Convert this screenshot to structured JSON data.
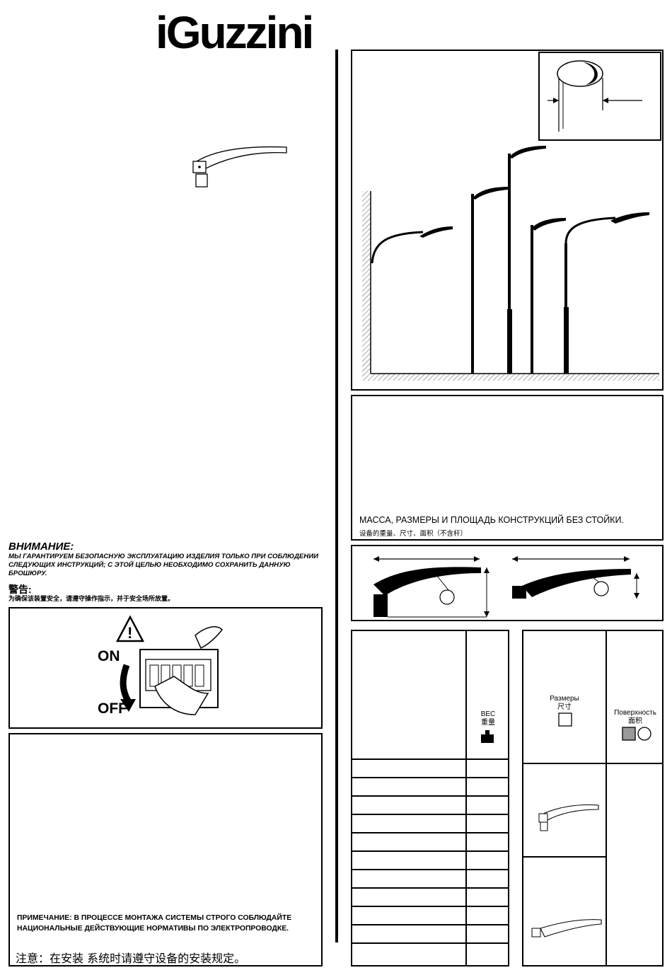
{
  "brand": {
    "logo_text": "iGuzzini"
  },
  "warning": {
    "title": "ВНИМАНИЕ:",
    "text": "МЫ ГАРАНТИРУЕМ БЕЗОПАСНУЮ ЭКСПЛУАТАЦИЮ ИЗДЕЛИЯ ТОЛЬКО ПРИ СОБЛЮДЕНИИ СЛЕДУЮЩИХ ИНСТРУКЦИЙ; С ЭТОЙ ЦЕЛЬЮ НЕОБХОДИМО СОХРАНИТЬ ДАННУЮ БРОШЮРУ.",
    "cn_title": "警告:",
    "cn_text": "为确保该装置安全，请遵守操作指示，并于安全场所放置。"
  },
  "switch_panel": {
    "on_label": "ON",
    "off_label": "OFF"
  },
  "note": {
    "ru": "ПРИМЕЧАНИЕ: В ПРОЦЕССЕ МОНТАЖА СИСТЕМЫ СТРОГО СОБЛЮДАЙТЕ НАЦИОНАЛЬНЫЕ ДЕЙСТВУЮЩИЕ НОРМАТИВЫ ПО ЭЛЕКТРОПРОВОДКЕ.",
    "cn": "注意：在安装 系统时请遵守设备的安装规定。"
  },
  "mass_caption": {
    "ru": "МАССА, РАЗМЕРЫ И ПЛОЩАДЬ КОНСТРУКЦИЙ БЕЗ СТОЙКИ.",
    "cn": "设备的重量、尺寸、面积（不含杆）"
  },
  "table": {
    "weight_ru": "ВЕС",
    "weight_cn": "重量",
    "dimensions_ru": "Размеры",
    "dimensions_cn": "尺寸",
    "surface_ru": "Поверхность",
    "surface_cn": "面积",
    "row_count": 11
  }
}
